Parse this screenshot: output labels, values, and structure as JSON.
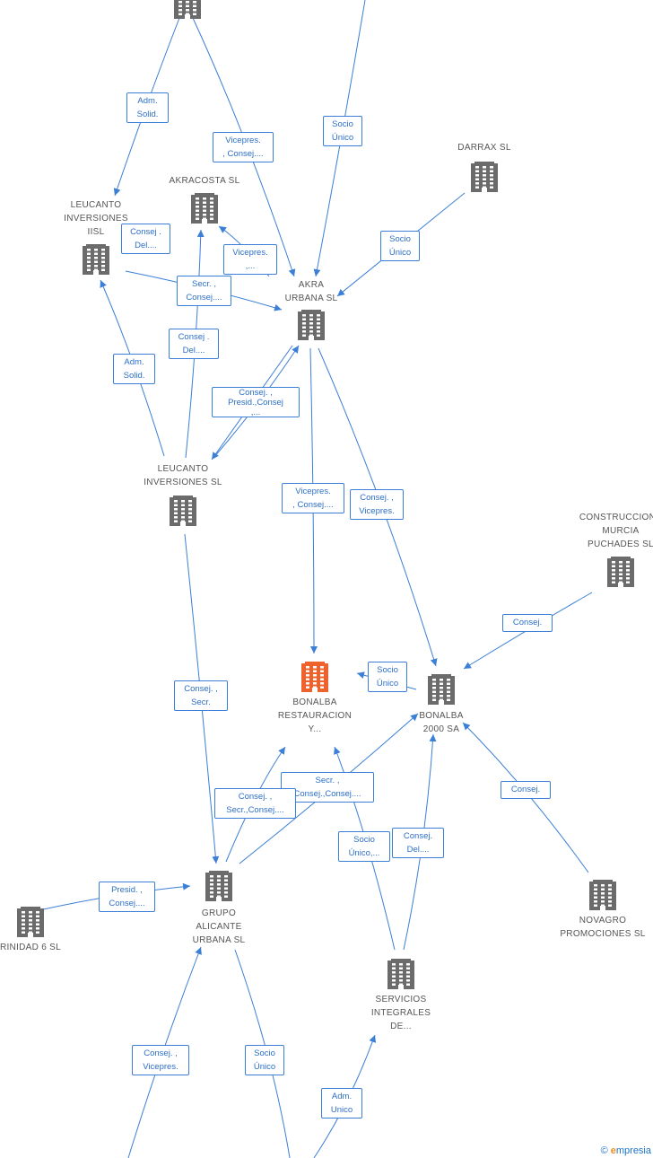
{
  "nodes": [
    {
      "id": "top",
      "label": "",
      "highlight": false
    },
    {
      "id": "leucanto2",
      "label": "LEUCANTO\nINVERSIONES\nIISL",
      "highlight": false
    },
    {
      "id": "akracosta",
      "label": "AKRACOSTA SL",
      "highlight": false
    },
    {
      "id": "darrax",
      "label": "DARRAX SL",
      "highlight": false
    },
    {
      "id": "akra",
      "label": "AKRA\nURBANA SL",
      "highlight": false
    },
    {
      "id": "leucanto",
      "label": "LEUCANTO\nINVERSIONES SL",
      "highlight": false
    },
    {
      "id": "construcciones",
      "label": "CONSTRUCCIONE\nMURCIA\nPUCHADES SL",
      "highlight": false
    },
    {
      "id": "bonalba_rest",
      "label": "BONALBA\nRESTAURACION\nY...",
      "highlight": true
    },
    {
      "id": "bonalba2000",
      "label": "BONALBA\n2000 SA",
      "highlight": false
    },
    {
      "id": "trinidad",
      "label": "RINIDAD 6 SL",
      "highlight": false
    },
    {
      "id": "grupo",
      "label": "GRUPO\nALICANTE\nURBANA SL",
      "highlight": false
    },
    {
      "id": "novagro",
      "label": "NOVAGRO\nPROMOCIONES SL",
      "highlight": false
    },
    {
      "id": "servicios",
      "label": "SERVICIOS\nINTEGRALES\nDE...",
      "highlight": false
    }
  ],
  "edge_labels": [
    "Adm.\nSolid.",
    "Vicepres.\n, Consej....",
    "Socio\nÚnico",
    "Consej .\nDel....",
    "Vicepres.\n,...",
    "Socio\nÚnico",
    "Secr. ,\nConsej....",
    "Consej .\nDel....",
    "Adm.\nSolid.",
    "Consej. ,\nPresid.,Consej\n,...",
    "Vicepres.\n, Consej....",
    "Consej. ,\nVicepres.",
    "Consej.",
    "Socio\nÚnico",
    "Consej. ,\nSecr.",
    "Secr. ,\nConsej.,Consej....",
    "Consej. ,\nSecr.,Consej....",
    "Socio\nÚnico,...",
    "Consej.\nDel....",
    "Consej.",
    "Presid. ,\nConsej....",
    "Consej. ,\nVicepres.",
    "Socio\nÚnico",
    "Adm.\nUnico"
  ],
  "colors": {
    "edge": "#3b7fd6",
    "building": "#6b6b6b",
    "highlight": "#f0612c"
  },
  "icons": {
    "building": "building-icon"
  },
  "copyright": {
    "symbol": "©",
    "brand_initial": "e",
    "brand_rest": "mpresia"
  }
}
